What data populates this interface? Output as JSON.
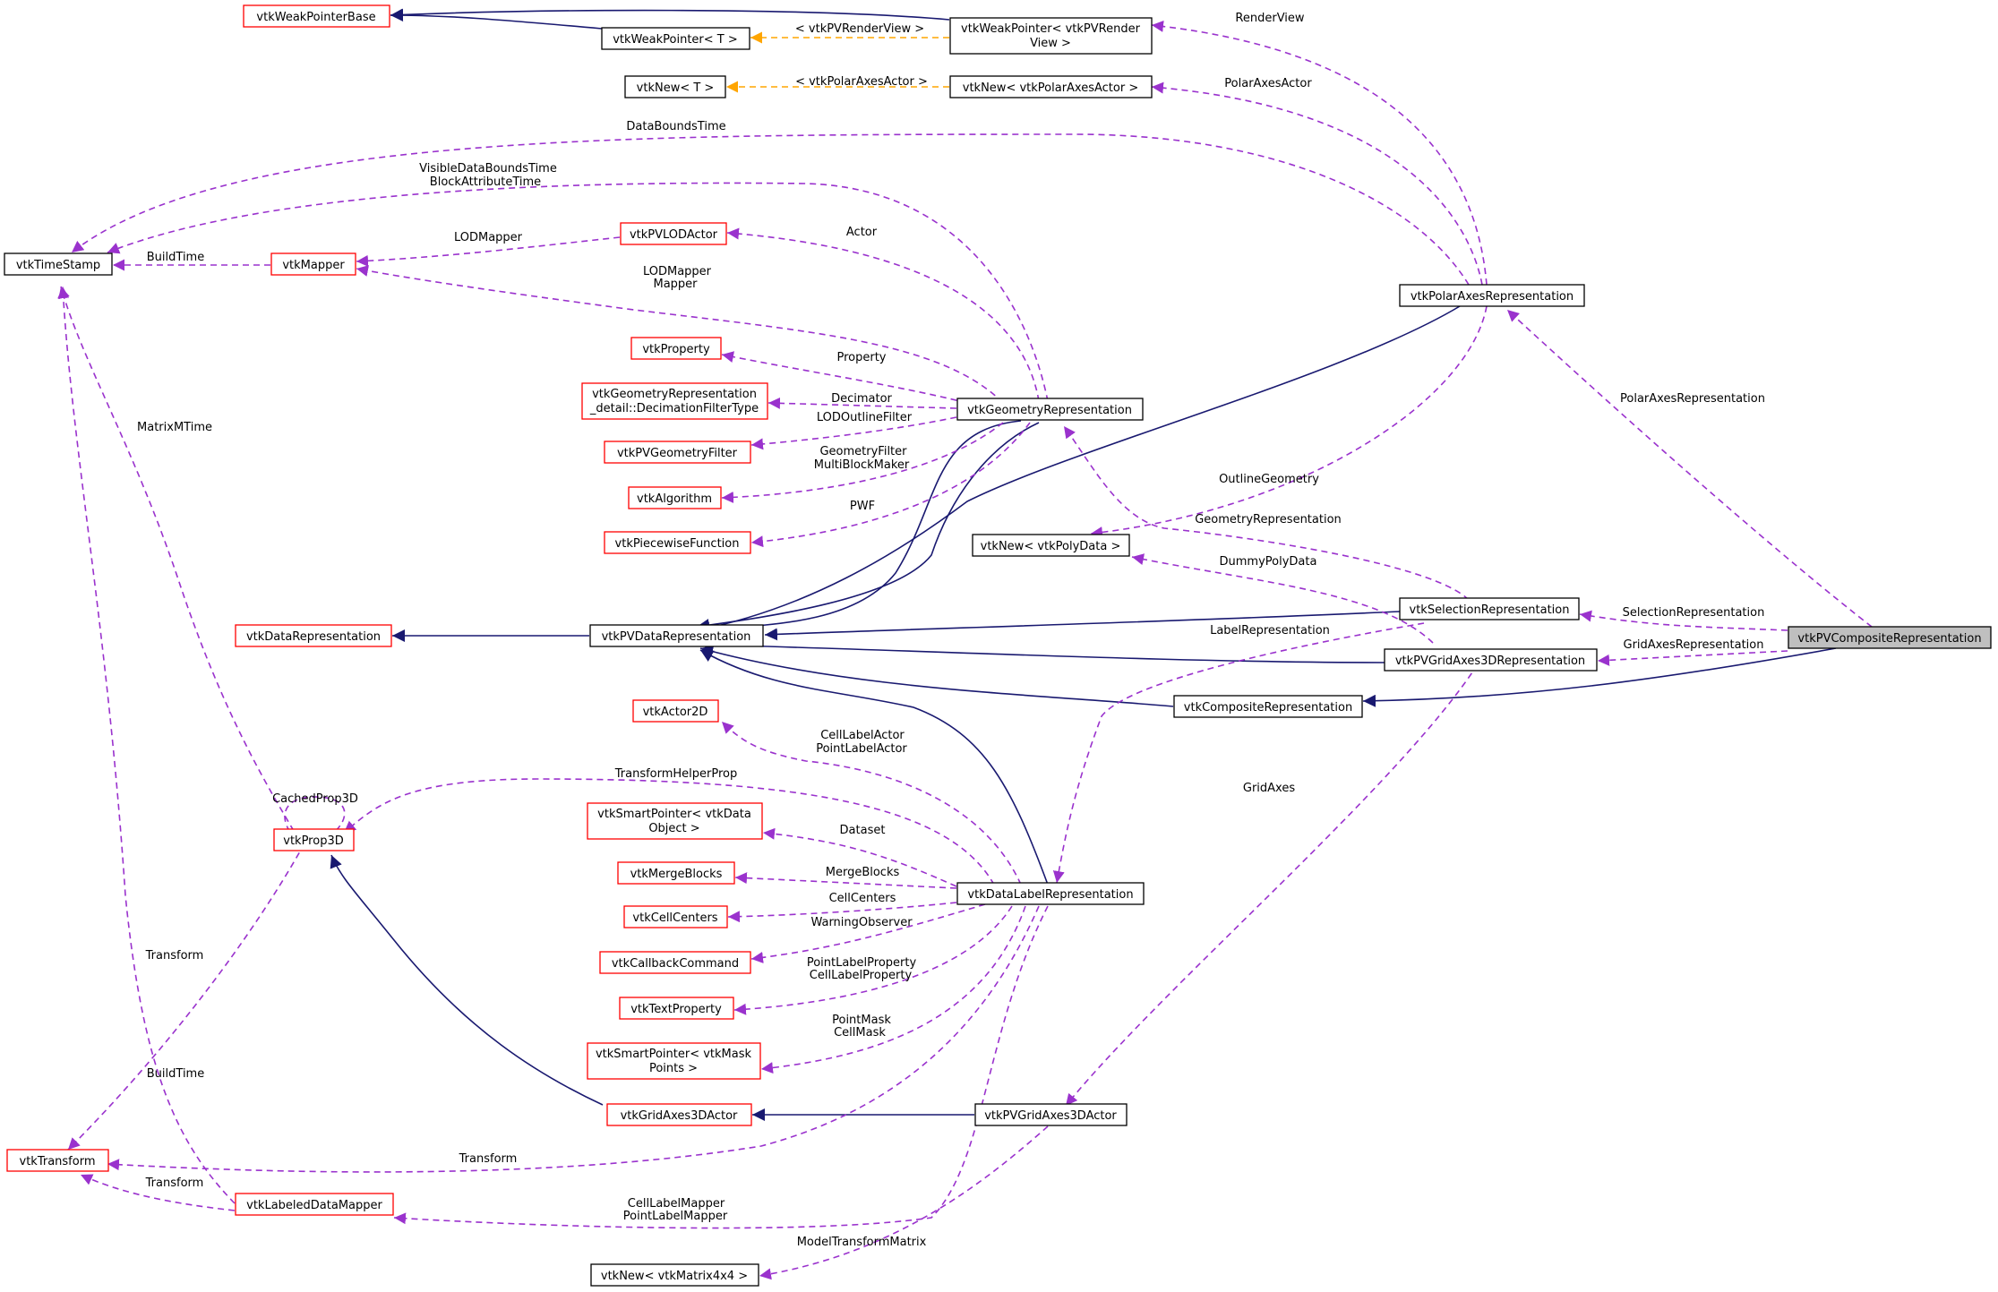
{
  "colors": {
    "inheritance": "#191970",
    "usage": "#9a32cd",
    "template": "#ffa500",
    "node_border_documented": "#000000",
    "node_border_undocumented": "#ff0000",
    "focus_fill": "#bfbfbf"
  },
  "nodes": {
    "weakptrbase": "vtkWeakPointerBase",
    "weakptrT": "vtkWeakPointer< T >",
    "weakptrPV1": "vtkWeakPointer< vtkPVRender",
    "weakptrPV2": "View >",
    "newT": "vtkNew< T >",
    "newPolarAxes": "vtkNew< vtkPolarAxesActor >",
    "timestamp": "vtkTimeStamp",
    "mapper": "vtkMapper",
    "lodactor": "vtkPVLODActor",
    "property": "vtkProperty",
    "geomdetail1": "vtkGeometryRepresentation",
    "geomdetail2": "_detail::DecimationFilterType",
    "pvgeomfilter": "vtkPVGeometryFilter",
    "algorithm": "vtkAlgorithm",
    "piecewise": "vtkPiecewiseFunction",
    "geomrep": "vtkGeometryRepresentation",
    "polaraxesrep": "vtkPolarAxesRepresentation",
    "newpolydata": "vtkNew< vtkPolyData >",
    "datarep": "vtkDataRepresentation",
    "pvdatarep": "vtkPVDataRepresentation",
    "selrep": "vtkSelectionRepresentation",
    "gridaxesrep": "vtkPVGridAxes3DRepresentation",
    "pvcomposite": "vtkPVCompositeRepresentation",
    "compositerep": "vtkCompositeRepresentation",
    "actor2d": "vtkActor2D",
    "prop3d": "vtkProp3D",
    "smartdata1": "vtkSmartPointer< vtkData",
    "smartdata2": "Object >",
    "mergeblocks": "vtkMergeBlocks",
    "cellcenters": "vtkCellCenters",
    "callback": "vtkCallbackCommand",
    "textprop": "vtkTextProperty",
    "smartmask1": "vtkSmartPointer< vtkMask",
    "smartmask2": "Points >",
    "datalabelrep": "vtkDataLabelRepresentation",
    "gridaxesactor": "vtkGridAxes3DActor",
    "pvgridaxesactor": "vtkPVGridAxes3DActor",
    "transform": "vtkTransform",
    "labeledmapper": "vtkLabeledDataMapper",
    "newmatrix": "vtkNew< vtkMatrix4x4 >"
  },
  "edge_labels": {
    "pvrenderview": "< vtkPVRenderView >",
    "renderview": "RenderView",
    "polaraxesactorT": "< vtkPolarAxesActor >",
    "polaraxesactor": "PolarAxesActor",
    "databoundstime": "DataBoundsTime",
    "visibledb1": "VisibleDataBoundsTime",
    "visibledb2": "BlockAttributeTime",
    "buildtime": "BuildTime",
    "lodmapper": "LODMapper",
    "actor": "Actor",
    "lodmapper2a": "LODMapper",
    "lodmapper2b": "Mapper",
    "property": "Property",
    "decimator": "Decimator",
    "lodoutline": "LODOutlineFilter",
    "geomfilter1": "GeometryFilter",
    "geomfilter2": "MultiBlockMaker",
    "pwf": "PWF",
    "matrixmtime": "MatrixMTime",
    "polaraxesrep": "PolarAxesRepresentation",
    "outlinegeom": "OutlineGeometry",
    "geomrep": "GeometryRepresentation",
    "dummypoly": "DummyPolyData",
    "selrep": "SelectionRepresentation",
    "labelrep": "LabelRepresentation",
    "gridaxesrep": "GridAxesRepresentation",
    "cellactor1": "CellLabelActor",
    "cellactor2": "PointLabelActor",
    "transformhelper": "TransformHelperProp",
    "cachedprop": "CachedProp3D",
    "gridaxes": "GridAxes",
    "dataset": "Dataset",
    "mergeblocks": "MergeBlocks",
    "cellcenters": "CellCenters",
    "warning": "WarningObserver",
    "pointlabel1": "PointLabelProperty",
    "pointlabel2": "CellLabelProperty",
    "transform1": "Transform",
    "pointmask1": "PointMask",
    "pointmask2": "CellMask",
    "buildtime2": "BuildTime",
    "transform2": "Transform",
    "transform3": "Transform",
    "celllabelmapper1": "CellLabelMapper",
    "celllabelmapper2": "PointLabelMapper",
    "modelmatrix": "ModelTransformMatrix"
  }
}
